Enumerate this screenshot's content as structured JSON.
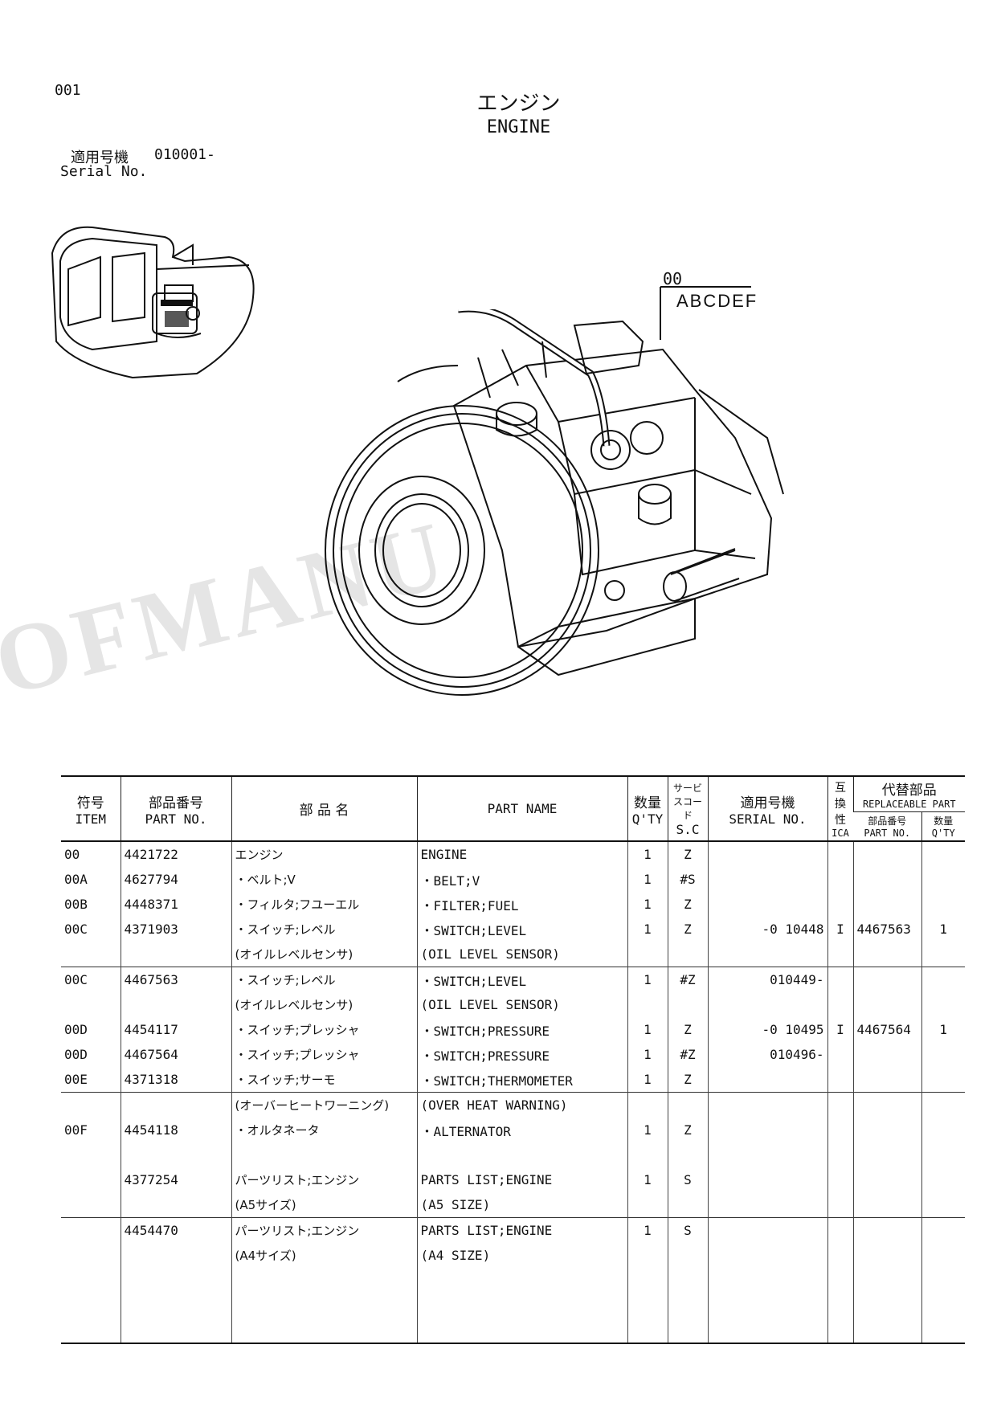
{
  "page": {
    "number": "001",
    "title_jp": "エンジン",
    "title_en": "ENGINE",
    "serial_label_jp": "適用号機",
    "serial_value": "010001-",
    "serial_label_en": "Serial No."
  },
  "illustration": {
    "callout_code": "00",
    "callout_letters": "ABCDEF",
    "watermark": "OFMANU"
  },
  "table": {
    "headers": {
      "item_jp": "符号",
      "item_en": "ITEM",
      "partno_jp": "部品番号",
      "partno_en": "PART NO.",
      "name_jp": "部 品 名",
      "name_en": "PART NAME",
      "qty_jp": "数量",
      "qty_en": "Q'TY",
      "sc_jp": "サービスコード",
      "sc_en": "S.C",
      "serial_jp": "適用号機",
      "serial_en": "SERIAL NO.",
      "ica_jp": "互換性",
      "ica_en": "ICA",
      "replace_jp": "代替部品",
      "replace_en": "REPLACEABLE PART",
      "replace_partno_jp": "部品番号",
      "replace_partno_en": "PART NO.",
      "replace_qty_jp": "数量",
      "replace_qty_en": "Q'TY"
    },
    "rows": [
      {
        "item": "00",
        "partno": "4421722",
        "name_jp": "エンジン",
        "name_en": "ENGINE",
        "qty": "1",
        "sc": "Z",
        "serial": "",
        "ica": "",
        "rpartno": "",
        "rqty": ""
      },
      {
        "item": "00A",
        "partno": "4627794",
        "name_jp": "・ベルト;V",
        "name_en": "・BELT;V",
        "qty": "1",
        "sc": "#S",
        "serial": "",
        "ica": "",
        "rpartno": "",
        "rqty": ""
      },
      {
        "item": "00B",
        "partno": "4448371",
        "name_jp": "・フィルタ;フユーエル",
        "name_en": "・FILTER;FUEL",
        "qty": "1",
        "sc": "Z",
        "serial": "",
        "ica": "",
        "rpartno": "",
        "rqty": ""
      },
      {
        "item": "00C",
        "partno": "4371903",
        "name_jp": "・スイッチ;レベル",
        "name_en": "・SWITCH;LEVEL",
        "qty": "1",
        "sc": "Z",
        "serial": "-0 10448",
        "ica": "I",
        "rpartno": "4467563",
        "rqty": "1"
      },
      {
        "item": "",
        "partno": "",
        "name_jp": "(オイルレベルセンサ)",
        "name_en": "(OIL LEVEL SENSOR)",
        "qty": "",
        "sc": "",
        "serial": "",
        "ica": "",
        "rpartno": "",
        "rqty": ""
      },
      {
        "item": "00C",
        "partno": "4467563",
        "name_jp": "・スイッチ;レベル",
        "name_en": "・SWITCH;LEVEL",
        "qty": "1",
        "sc": "#Z",
        "serial": "010449-",
        "ica": "",
        "rpartno": "",
        "rqty": ""
      },
      {
        "item": "",
        "partno": "",
        "name_jp": "(オイルレベルセンサ)",
        "name_en": "(OIL LEVEL SENSOR)",
        "qty": "",
        "sc": "",
        "serial": "",
        "ica": "",
        "rpartno": "",
        "rqty": ""
      },
      {
        "item": "00D",
        "partno": "4454117",
        "name_jp": "・スイッチ;プレッシャ",
        "name_en": "・SWITCH;PRESSURE",
        "qty": "1",
        "sc": "Z",
        "serial": "-0 10495",
        "ica": "I",
        "rpartno": "4467564",
        "rqty": "1"
      },
      {
        "item": "00D",
        "partno": "4467564",
        "name_jp": "・スイッチ;プレッシャ",
        "name_en": "・SWITCH;PRESSURE",
        "qty": "1",
        "sc": "#Z",
        "serial": "010496-",
        "ica": "",
        "rpartno": "",
        "rqty": ""
      },
      {
        "item": "00E",
        "partno": "4371318",
        "name_jp": "・スイッチ;サーモ",
        "name_en": "・SWITCH;THERMOMETER",
        "qty": "1",
        "sc": "Z",
        "serial": "",
        "ica": "",
        "rpartno": "",
        "rqty": ""
      },
      {
        "item": "",
        "partno": "",
        "name_jp": "(オーバーヒートワーニング)",
        "name_en": "(OVER HEAT WARNING)",
        "qty": "",
        "sc": "",
        "serial": "",
        "ica": "",
        "rpartno": "",
        "rqty": ""
      },
      {
        "item": "00F",
        "partno": "4454118",
        "name_jp": "・オルタネータ",
        "name_en": "・ALTERNATOR",
        "qty": "1",
        "sc": "Z",
        "serial": "",
        "ica": "",
        "rpartno": "",
        "rqty": ""
      },
      {
        "item": "",
        "partno": "",
        "name_jp": "",
        "name_en": "",
        "qty": "",
        "sc": "",
        "serial": "",
        "ica": "",
        "rpartno": "",
        "rqty": ""
      },
      {
        "item": "",
        "partno": "4377254",
        "name_jp": "パーツリスト;エンジン",
        "name_en": "PARTS LIST;ENGINE",
        "qty": "1",
        "sc": "S",
        "serial": "",
        "ica": "",
        "rpartno": "",
        "rqty": ""
      },
      {
        "item": "",
        "partno": "",
        "name_jp": "(A5サイズ)",
        "name_en": "(A5 SIZE)",
        "qty": "",
        "sc": "",
        "serial": "",
        "ica": "",
        "rpartno": "",
        "rqty": ""
      },
      {
        "item": "",
        "partno": "4454470",
        "name_jp": "パーツリスト;エンジン",
        "name_en": "PARTS LIST;ENGINE",
        "qty": "1",
        "sc": "S",
        "serial": "",
        "ica": "",
        "rpartno": "",
        "rqty": ""
      },
      {
        "item": "",
        "partno": "",
        "name_jp": "(A4サイズ)",
        "name_en": "(A4 SIZE)",
        "qty": "",
        "sc": "",
        "serial": "",
        "ica": "",
        "rpartno": "",
        "rqty": ""
      }
    ]
  }
}
